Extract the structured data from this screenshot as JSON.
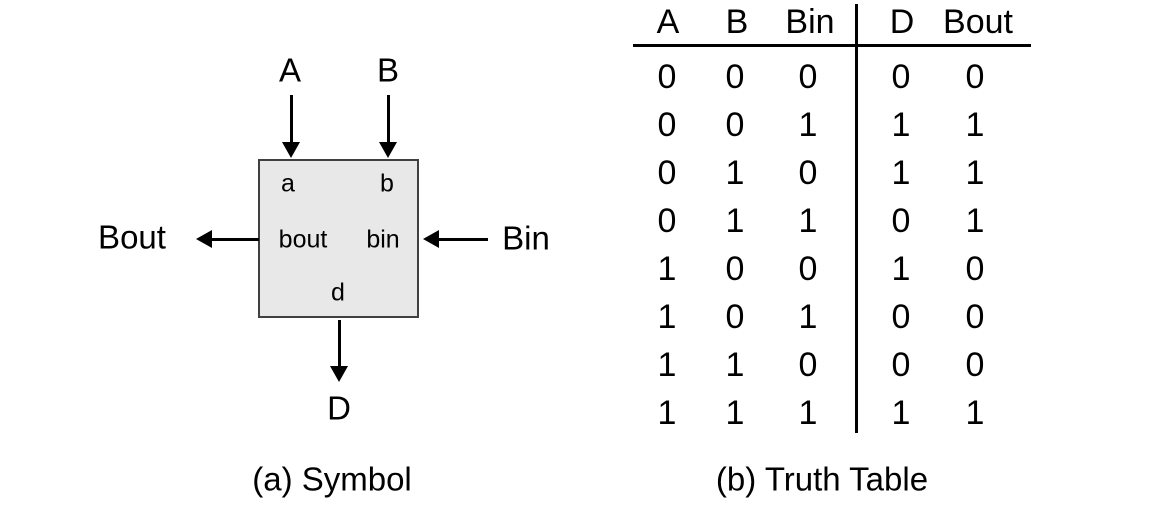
{
  "figure": {
    "background": "#ffffff",
    "line_color": "#000000"
  },
  "symbol": {
    "caption": "(a) Symbol",
    "box": {
      "fill": "#e8e8e8",
      "border": "#404040"
    },
    "top_inputs": [
      {
        "label": "A",
        "pin": "a"
      },
      {
        "label": "B",
        "pin": "b"
      }
    ],
    "left_output": {
      "label": "Bout",
      "pin": "bout"
    },
    "right_input": {
      "label": "Bin",
      "pin": "bin"
    },
    "bottom_output": {
      "label": "D",
      "pin": "d"
    }
  },
  "truth_table": {
    "caption": "(b) Truth Table",
    "headers": [
      "A",
      "B",
      "Bin",
      "D",
      "Bout"
    ],
    "rows": [
      [
        "0",
        "0",
        "0",
        "0",
        "0"
      ],
      [
        "0",
        "0",
        "1",
        "1",
        "1"
      ],
      [
        "0",
        "1",
        "0",
        "1",
        "1"
      ],
      [
        "0",
        "1",
        "1",
        "0",
        "1"
      ],
      [
        "1",
        "0",
        "0",
        "1",
        "0"
      ],
      [
        "1",
        "0",
        "1",
        "0",
        "0"
      ],
      [
        "1",
        "1",
        "0",
        "0",
        "0"
      ],
      [
        "1",
        "1",
        "1",
        "1",
        "1"
      ]
    ]
  }
}
